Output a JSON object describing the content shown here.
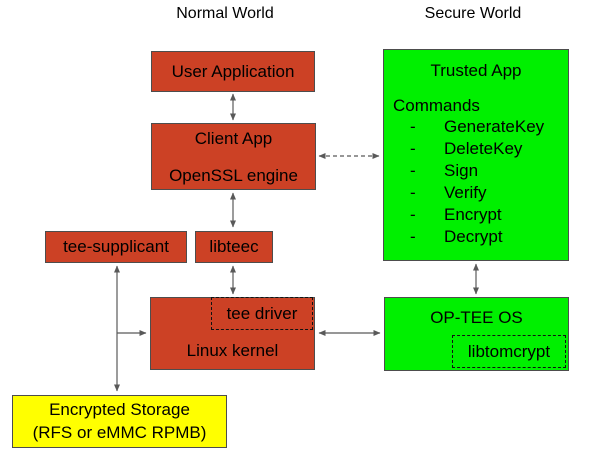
{
  "headers": {
    "normal_world": "Normal World",
    "secure_world": "Secure World"
  },
  "boxes": {
    "user_application": {
      "label": "User Application"
    },
    "client_app": {
      "title": "Client App",
      "subtitle": "OpenSSL engine"
    },
    "tee_supplicant": {
      "label": "tee-supplicant"
    },
    "libteec": {
      "label": "libteec"
    },
    "linux_kernel": {
      "label": "Linux kernel"
    },
    "tee_driver": {
      "label": "tee driver"
    },
    "trusted_app": {
      "title": "Trusted App",
      "commands_label": "Commands",
      "bullet": "-",
      "commands": [
        "GenerateKey",
        "DeleteKey",
        "Sign",
        "Verify",
        "Encrypt",
        "Decrypt"
      ]
    },
    "optee_os": {
      "label": "OP-TEE OS"
    },
    "libtomcrypt": {
      "label": "libtomcrypt"
    },
    "encrypted_storage": {
      "line1": "Encrypted Storage",
      "line2": "(RFS or eMMC RPMB)"
    }
  },
  "colors": {
    "normal_world_box": "#CC4125",
    "secure_world_box": "#00F000",
    "storage_box": "#FFFF00",
    "connector_line": "#595959",
    "box_border": "#4d4d4d",
    "dashed_border": "#111111"
  }
}
